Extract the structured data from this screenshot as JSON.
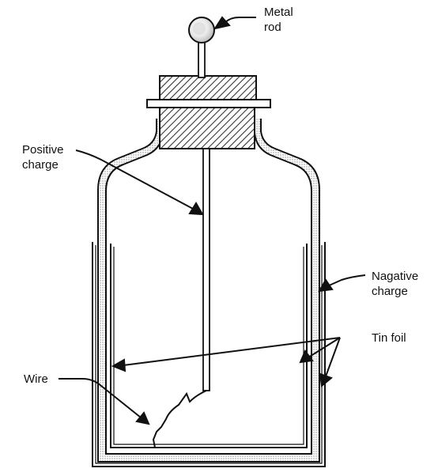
{
  "labels": {
    "metal_rod": [
      "Metal",
      "rod"
    ],
    "positive_charge": [
      "Positive",
      "charge"
    ],
    "negative_charge": [
      "Nagative",
      "charge"
    ],
    "tin_foil": "Tin foil",
    "wire": "Wire"
  },
  "colors": {
    "ink": "#111111",
    "glass_fill": "#ffffff",
    "hatch": "#333333",
    "stipple": "#9a9a9a"
  }
}
